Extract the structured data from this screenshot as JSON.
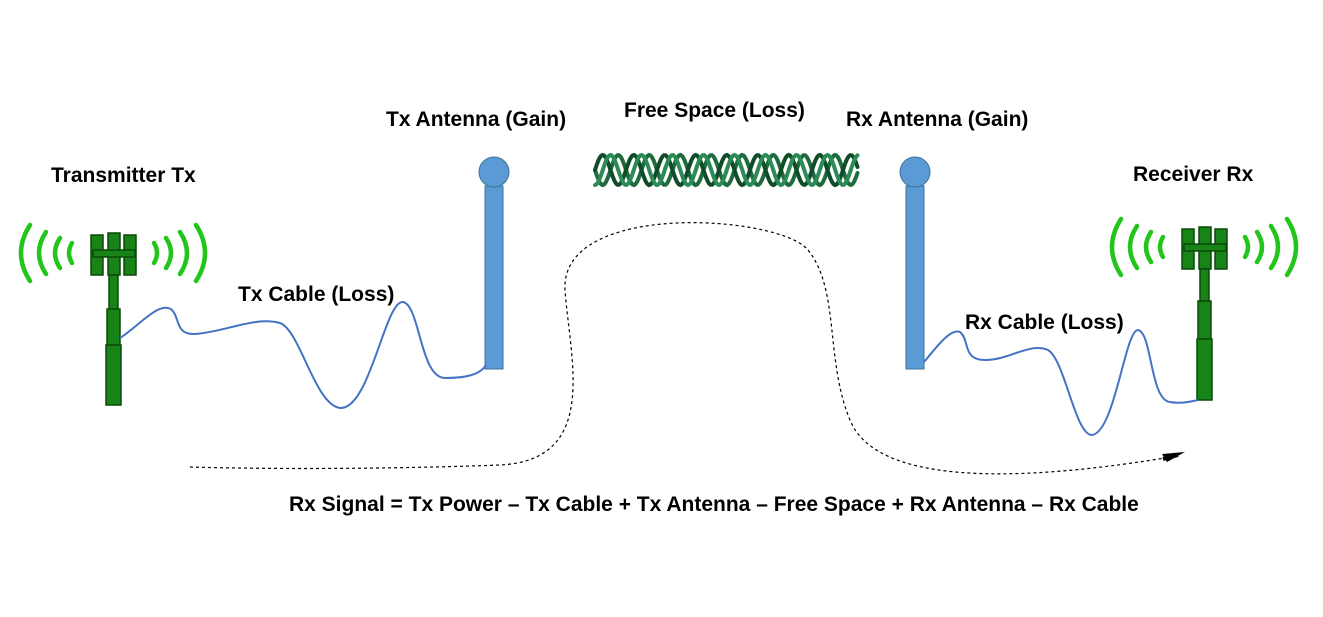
{
  "labels": {
    "transmitter": "Transmitter Tx",
    "tx_antenna": "Tx Antenna (Gain)",
    "free_space": "Free Space (Loss)",
    "rx_antenna": "Rx Antenna (Gain)",
    "receiver": "Receiver Rx",
    "tx_cable": "Tx Cable (Loss)",
    "rx_cable": "Rx Cable (Loss)"
  },
  "equation": "Rx Signal = Tx Power – Tx Cable + Tx Antenna – Free Space + Rx Antenna – Rx Cable",
  "icons": {
    "tower": "cell-tower-icon",
    "signal_waves": "signal-waves-icon",
    "antenna": "antenna-icon",
    "wave": "free-space-wave-icon",
    "cable": "cable-icon",
    "path": "signal-path-arrow"
  },
  "colors": {
    "signal_green": "#22c51a",
    "tower_green": "#1a7a1a",
    "antenna_blue": "#5b9bd5",
    "cable_blue": "#4472c4",
    "wave_green": "#1e6b3e",
    "text": "#000000"
  }
}
